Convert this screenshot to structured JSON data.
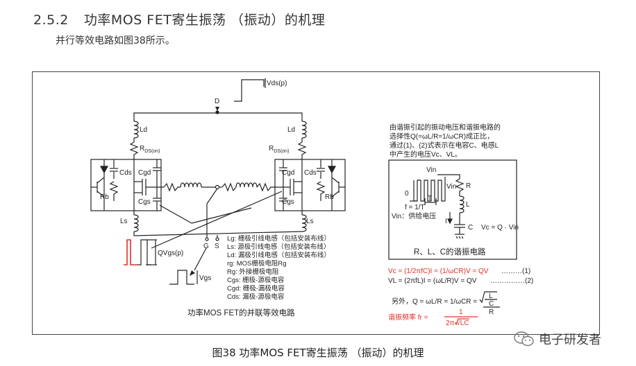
{
  "heading": {
    "number": "2.5.2",
    "title": "功率MOS FET寄生振荡 （振动）的机理"
  },
  "intro": "并行等效电路如图38所示。",
  "circuit": {
    "vds": "Vds(p)",
    "d": "D",
    "ld_left": "Ld",
    "ld_right": "Ld",
    "rds_main": "R",
    "rds_sub": "DS(on)",
    "cds_left": "Cds",
    "cgd_left": "Cgd",
    "cgd_right": "Cgd",
    "cds_right": "Cds",
    "rb_left": "Rb",
    "rb_right": "Rb",
    "cgs_left": "Cgs",
    "cgs_right": "Cgs",
    "ls_left": "Ls",
    "ls_right": "Ls",
    "g": "G",
    "s": "S",
    "qvgs": "QVgs(p)",
    "vgs": "Vgs",
    "caption": "功率MOS FET的并联等效电路",
    "legend": [
      "Lg: 栅极引线电感（包括安装布线）",
      "Ls: 源极引线电感（包括安装布线）",
      "Ld: 漏极引线电感（包括安装布线）",
      "rg: MOS栅极电阻Rg",
      "Rg: 外接栅极电阻",
      "Cgs: 栅极-源极电容",
      "Cgd: 栅极-漏极电容",
      "Cds: 漏极-源极电容"
    ]
  },
  "resonance": {
    "description": [
      "由谐振引起的振动电压和谐振电路的",
      "选择性Q(=ωL/R=1/ωCR)成正比，",
      "通过(1)、(2)式表示在电容C、电感L",
      "中产生的电压Vc、VL。"
    ],
    "vin_top": "Vin",
    "vin_mid": "Vin",
    "zero": "0",
    "t": "T",
    "f": "f = 1/T",
    "vin_supply": "Vin：供给电压",
    "r": "R",
    "l": "L",
    "i": "I",
    "c": "C",
    "vc_eq": "Vc = Q · Vin",
    "box_caption": "R、L、C的谐振电路",
    "eq1": "Vc = (1/2πfC)I = (1/ωCR)V = QV",
    "eq1_tag": "………(1)",
    "eq2": "VL = (2πfL)I = (ωL/R)V = QV",
    "eq2_tag": "……………(2)",
    "q_prefix": "另外，Q = ωL/R = 1/ωCR =",
    "q_l": "L",
    "q_c": "C",
    "q_r": "R",
    "fr_label": "谐振频率 fr =",
    "fr_num": "1",
    "fr_den": "2π √LC",
    "red": "#e0302a"
  },
  "caption": "图38  功率MOS FET寄生振荡 （振动）的机理",
  "watermark": "电子研发者",
  "watermark_icon": "wechat-icon"
}
